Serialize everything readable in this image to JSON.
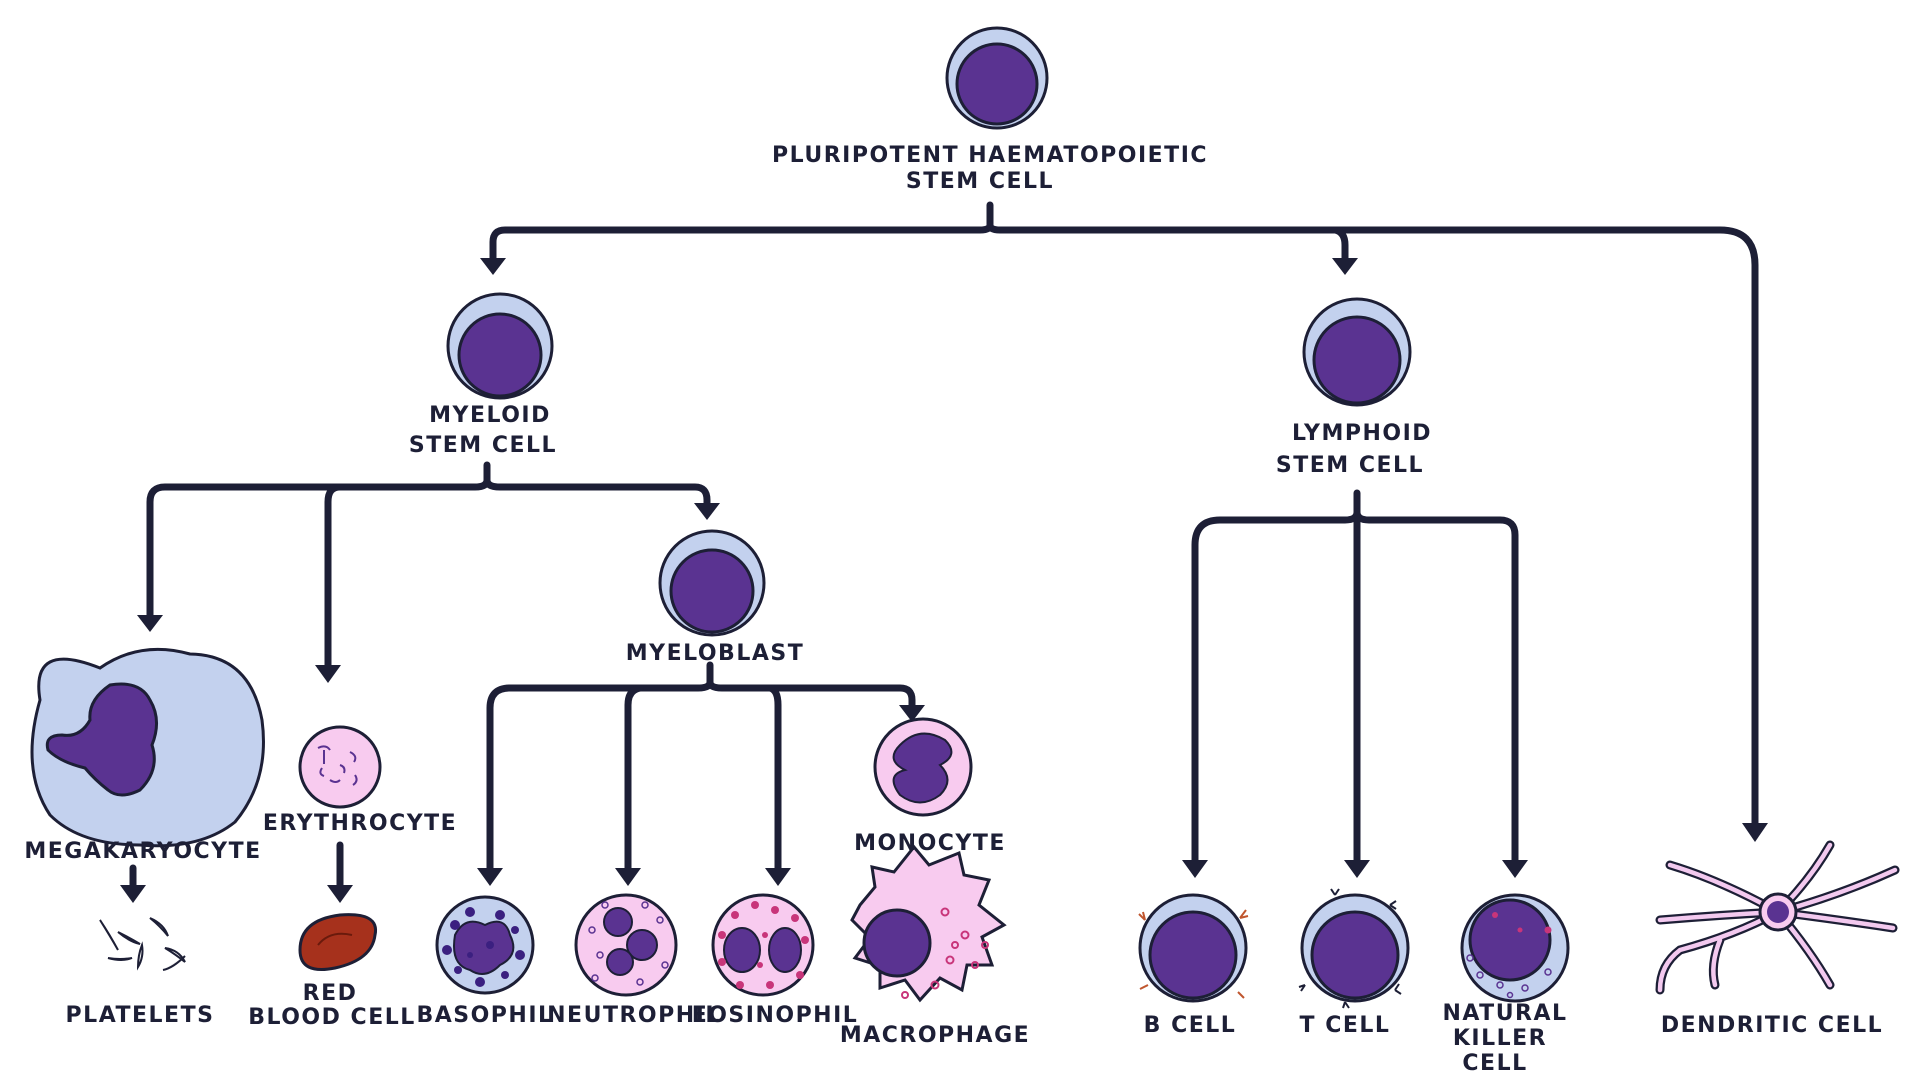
{
  "nodes": {
    "hsc": [
      "PLURIPOTENT HAEMATOPOIETIC",
      "STEM CELL"
    ],
    "myeloid": [
      "MYELOID",
      "STEM CELL"
    ],
    "lymphoid": [
      "LYMPHOID",
      "STEM CELL"
    ],
    "myeloblast": [
      "MYELOBLAST"
    ],
    "megakaryocyte": [
      "MEGAKARYOCYTE"
    ],
    "erythrocyte": [
      "ERYTHROCYTE"
    ],
    "platelets": [
      "PLATELETS"
    ],
    "rbc": [
      "RED",
      "BLOOD CELL"
    ],
    "basophil": [
      "BASOPHIL"
    ],
    "neutrophil": [
      "NEUTROPHIL"
    ],
    "eosinophil": [
      "EOSINOPHIL"
    ],
    "monocyte": [
      "MONOCYTE"
    ],
    "macrophage": [
      "MACROPHAGE"
    ],
    "bcell": [
      "B CELL"
    ],
    "tcell": [
      "T CELL"
    ],
    "nkcell": [
      "NATURAL",
      "KILLER",
      "CELL"
    ],
    "dendritic": [
      "DENDRITIC CELL"
    ]
  },
  "colors": {
    "outline": "#1d1f36",
    "nucleus": "#5a3391",
    "cytoplasm_blue": "#c3d1ee",
    "cytoplasm_pink": "#f8cbef",
    "red_cell": "#a6311c"
  }
}
